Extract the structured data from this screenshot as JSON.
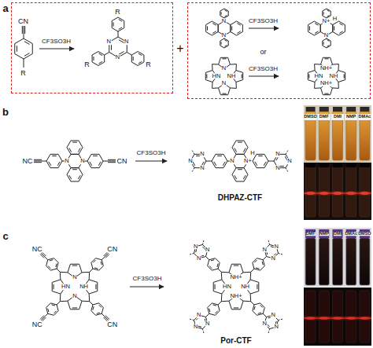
{
  "diagram": {
    "nodes": [
      {
        "text": [
          "CN",
          "R",
          "CF3SO3H",
          "R",
          "N",
          "N",
          "N",
          "R",
          "R"
        ]
      },
      {
        "text": [
          "N",
          "N",
          "CF3SO3H",
          "H",
          "N+",
          "N",
          "or",
          "N",
          "HN",
          "NH",
          "N",
          "CF3SO3H",
          "NH+",
          "HN",
          "NH",
          "NH+"
        ]
      },
      {
        "text": [
          "DMSO",
          "DMF",
          "DMI",
          "NMP",
          "DMAc"
        ]
      },
      {
        "text": [
          "DMF",
          "NMP",
          "DMI",
          "DMAc",
          "DMSO"
        ]
      }
    ],
    "labels": [
      "a",
      "+",
      "b",
      "NC",
      "N",
      "N",
      "CN",
      "CF3SO3H",
      "N",
      "N",
      "N",
      "N",
      "N+",
      "H",
      "N",
      "N",
      "N",
      "DHPAZ-CTF",
      "c",
      "NC",
      "CN",
      "N",
      "HN",
      "NH",
      "N",
      "NC",
      "CN",
      "CF3SO3H",
      "N",
      "N",
      "N",
      "N",
      "N",
      "N",
      "NH+",
      "HN",
      "NH",
      "NH+",
      "N",
      "N",
      "N",
      "N",
      "N",
      "N",
      "Por-CTF"
    ]
  }
}
